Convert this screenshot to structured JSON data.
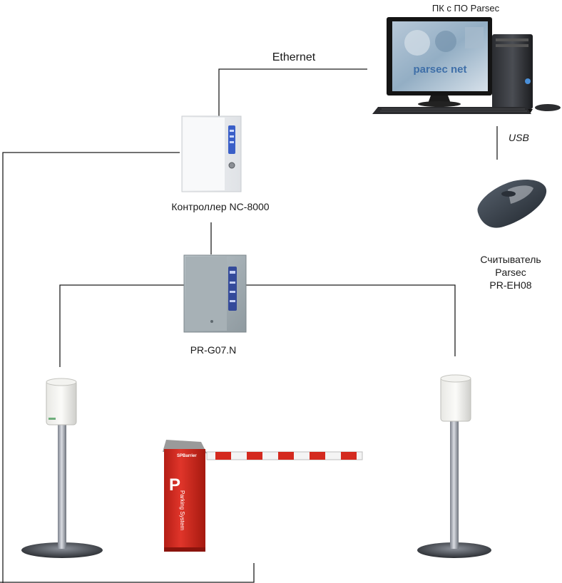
{
  "labels": {
    "pc": "ПК с ПО Parsec",
    "ethernet": "Ethernet",
    "usb": "USB",
    "controller": "Контроллер NC-8000",
    "reader_line1": "Считыватель",
    "reader_line2": "Parsec",
    "reader_line3": "PR-EH08",
    "converter": "PR-G07.N"
  },
  "screen_logo": "parsec net",
  "barrier": {
    "brand": "SPBarrier",
    "letter": "P",
    "text": "Parking System"
  },
  "colors": {
    "line": "#1f1f1f",
    "barrier_red": "#d42a1f",
    "boom_stripe": "#d42a1f",
    "monitor_screen": "#8aa6c0",
    "controller_accent": "#3a5fc8"
  },
  "icons": {
    "pc": "desktop-computer-icon",
    "controller": "controller-box-icon",
    "converter": "converter-box-icon",
    "reader": "usb-card-reader-icon",
    "left_reader": "reader-on-stand-icon",
    "right_reader": "reader-on-stand-icon",
    "barrier": "parking-barrier-icon"
  }
}
